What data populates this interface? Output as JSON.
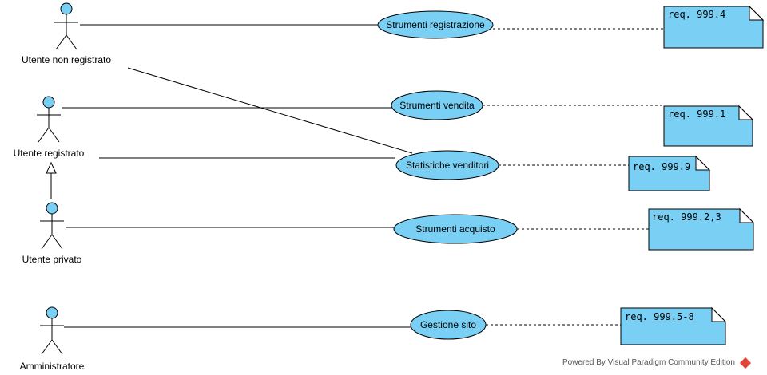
{
  "actors": [
    {
      "id": "a1",
      "name": "Utente non registrato"
    },
    {
      "id": "a2",
      "name": "Utente registrato"
    },
    {
      "id": "a3",
      "name": "Utente privato"
    },
    {
      "id": "a4",
      "name": "Amministratore"
    }
  ],
  "use_cases": [
    {
      "id": "u1",
      "name": "Strumenti registrazione"
    },
    {
      "id": "u2",
      "name": "Strumenti vendita"
    },
    {
      "id": "u3",
      "name": "Statistiche venditori"
    },
    {
      "id": "u4",
      "name": "Strumenti acquisto"
    },
    {
      "id": "u5",
      "name": "Gestione sito"
    }
  ],
  "notes": [
    {
      "id": "n1",
      "text": "req. 999.4"
    },
    {
      "id": "n2",
      "text": "req. 999.1"
    },
    {
      "id": "n3",
      "text": "req. 999.9"
    },
    {
      "id": "n4",
      "text": "req. 999.2,3"
    },
    {
      "id": "n5",
      "text": "req. 999.5-8"
    }
  ],
  "colors": {
    "fill": "#7ad0f4",
    "stroke": "#000000"
  },
  "footer": {
    "text": "Powered By Visual Paradigm Community Edition",
    "icon": "visual-paradigm-logo-icon"
  }
}
